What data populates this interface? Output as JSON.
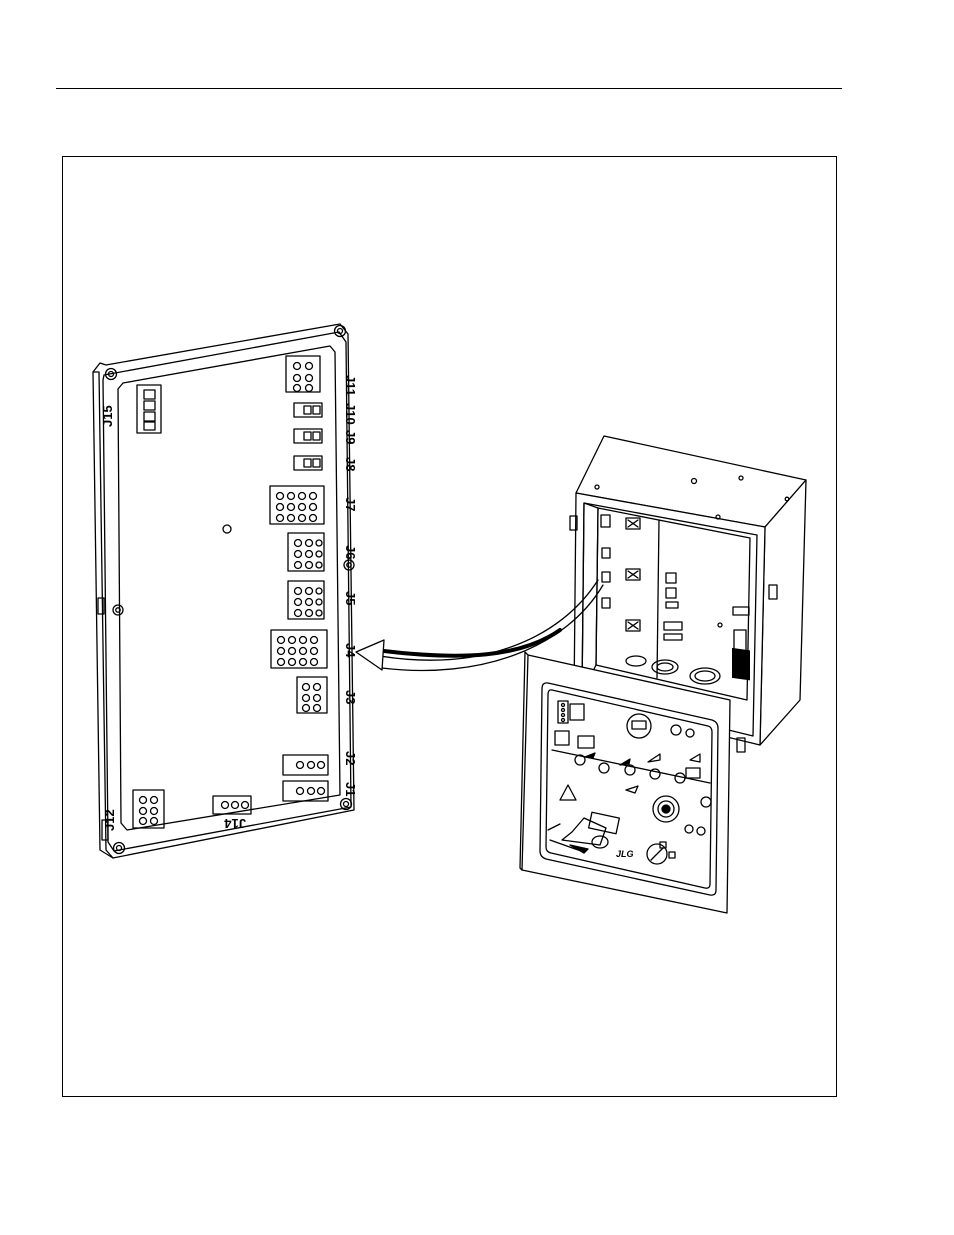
{
  "figure": {
    "board_connectors": {
      "j1": "J1",
      "j2": "J2",
      "j3": "J3",
      "j4": "J4",
      "j5": "J5",
      "j6": "J6",
      "j7": "J7",
      "j8": "J8",
      "j9": "J9",
      "j10": "J10",
      "j11": "J11",
      "j12": "J12",
      "j14": "J14",
      "j15": "J15"
    },
    "control_box": {
      "brand_logo": "JLG"
    }
  }
}
